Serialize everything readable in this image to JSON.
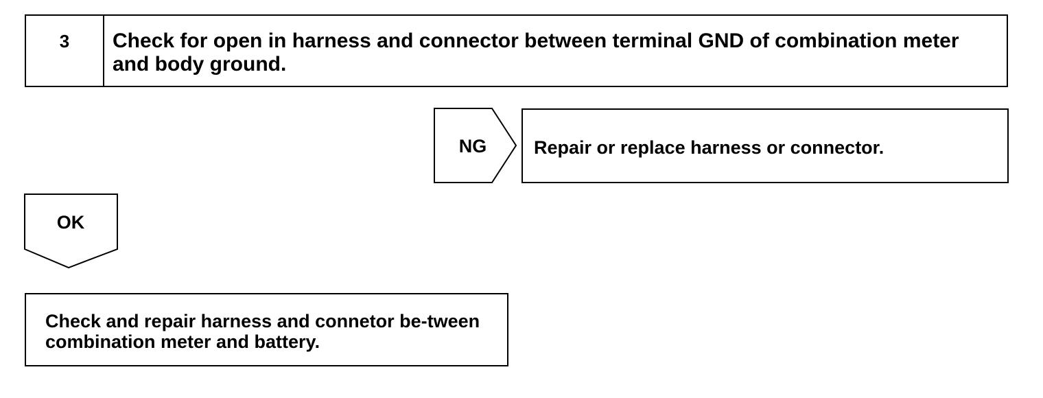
{
  "step": {
    "number": "3",
    "title": "Check for open in harness and connector between terminal GND of combination meter and body ground."
  },
  "ng_branch": {
    "label": "NG",
    "action": "Repair or replace harness or connector."
  },
  "ok_branch": {
    "label": "OK"
  },
  "final_step": {
    "action": "Check and repair harness and connetor be-tween combination meter and battery."
  }
}
